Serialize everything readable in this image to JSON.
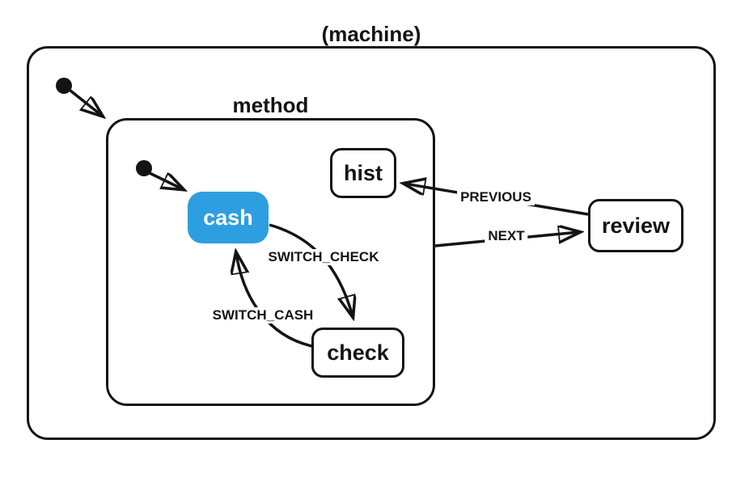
{
  "machine": {
    "title": "(machine)",
    "type": "statechart-root"
  },
  "states": {
    "method": {
      "label": "method",
      "type": "compound",
      "parent": "machine",
      "has_initial": true
    },
    "cash": {
      "label": "cash",
      "parent": "method",
      "active": true,
      "initial": true
    },
    "check": {
      "label": "check",
      "parent": "method"
    },
    "hist": {
      "label": "hist",
      "parent": "method"
    },
    "review": {
      "label": "review",
      "parent": "machine"
    }
  },
  "transitions": {
    "switch_check": {
      "label": "SWITCH_CHECK",
      "from": "cash",
      "to": "check"
    },
    "switch_cash": {
      "label": "SWITCH_CASH",
      "from": "check",
      "to": "cash"
    },
    "next": {
      "label": "NEXT",
      "from": "method",
      "to": "review"
    },
    "previous": {
      "label": "PREVIOUS",
      "from": "review",
      "to": "hist"
    }
  },
  "colors": {
    "active_state_fill": "#2D9EE0",
    "active_state_text": "#FFFFFF",
    "stroke": "#141414",
    "canvas": "#FFFFFF"
  }
}
